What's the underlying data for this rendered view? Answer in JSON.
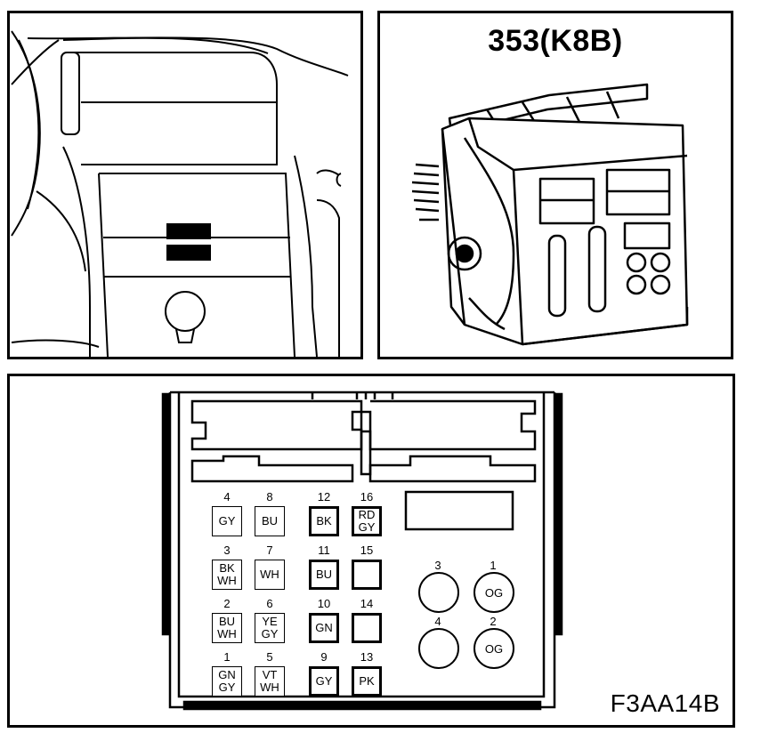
{
  "connector_title": "353(K8B)",
  "figure_id": "F3AA14B",
  "pins": [
    {
      "num": "4",
      "l1": "GY",
      "l2": ""
    },
    {
      "num": "8",
      "l1": "BU",
      "l2": ""
    },
    {
      "num": "12",
      "l1": "BK",
      "l2": ""
    },
    {
      "num": "16",
      "l1": "RD",
      "l2": "GY"
    },
    {
      "num": "3",
      "l1": "BK",
      "l2": "WH"
    },
    {
      "num": "7",
      "l1": "WH",
      "l2": ""
    },
    {
      "num": "11",
      "l1": "BU",
      "l2": ""
    },
    {
      "num": "15",
      "l1": "",
      "l2": ""
    },
    {
      "num": "2",
      "l1": "BU",
      "l2": "WH"
    },
    {
      "num": "6",
      "l1": "YE",
      "l2": "GY"
    },
    {
      "num": "10",
      "l1": "GN",
      "l2": ""
    },
    {
      "num": "14",
      "l1": "",
      "l2": ""
    },
    {
      "num": "1",
      "l1": "GN",
      "l2": "GY"
    },
    {
      "num": "5",
      "l1": "VT",
      "l2": "WH"
    },
    {
      "num": "9",
      "l1": "GY",
      "l2": ""
    },
    {
      "num": "13",
      "l1": "PK",
      "l2": ""
    }
  ],
  "round_pins": [
    {
      "num": "3",
      "label": ""
    },
    {
      "num": "1",
      "label": "OG"
    },
    {
      "num": "4",
      "label": ""
    },
    {
      "num": "2",
      "label": "OG"
    }
  ]
}
